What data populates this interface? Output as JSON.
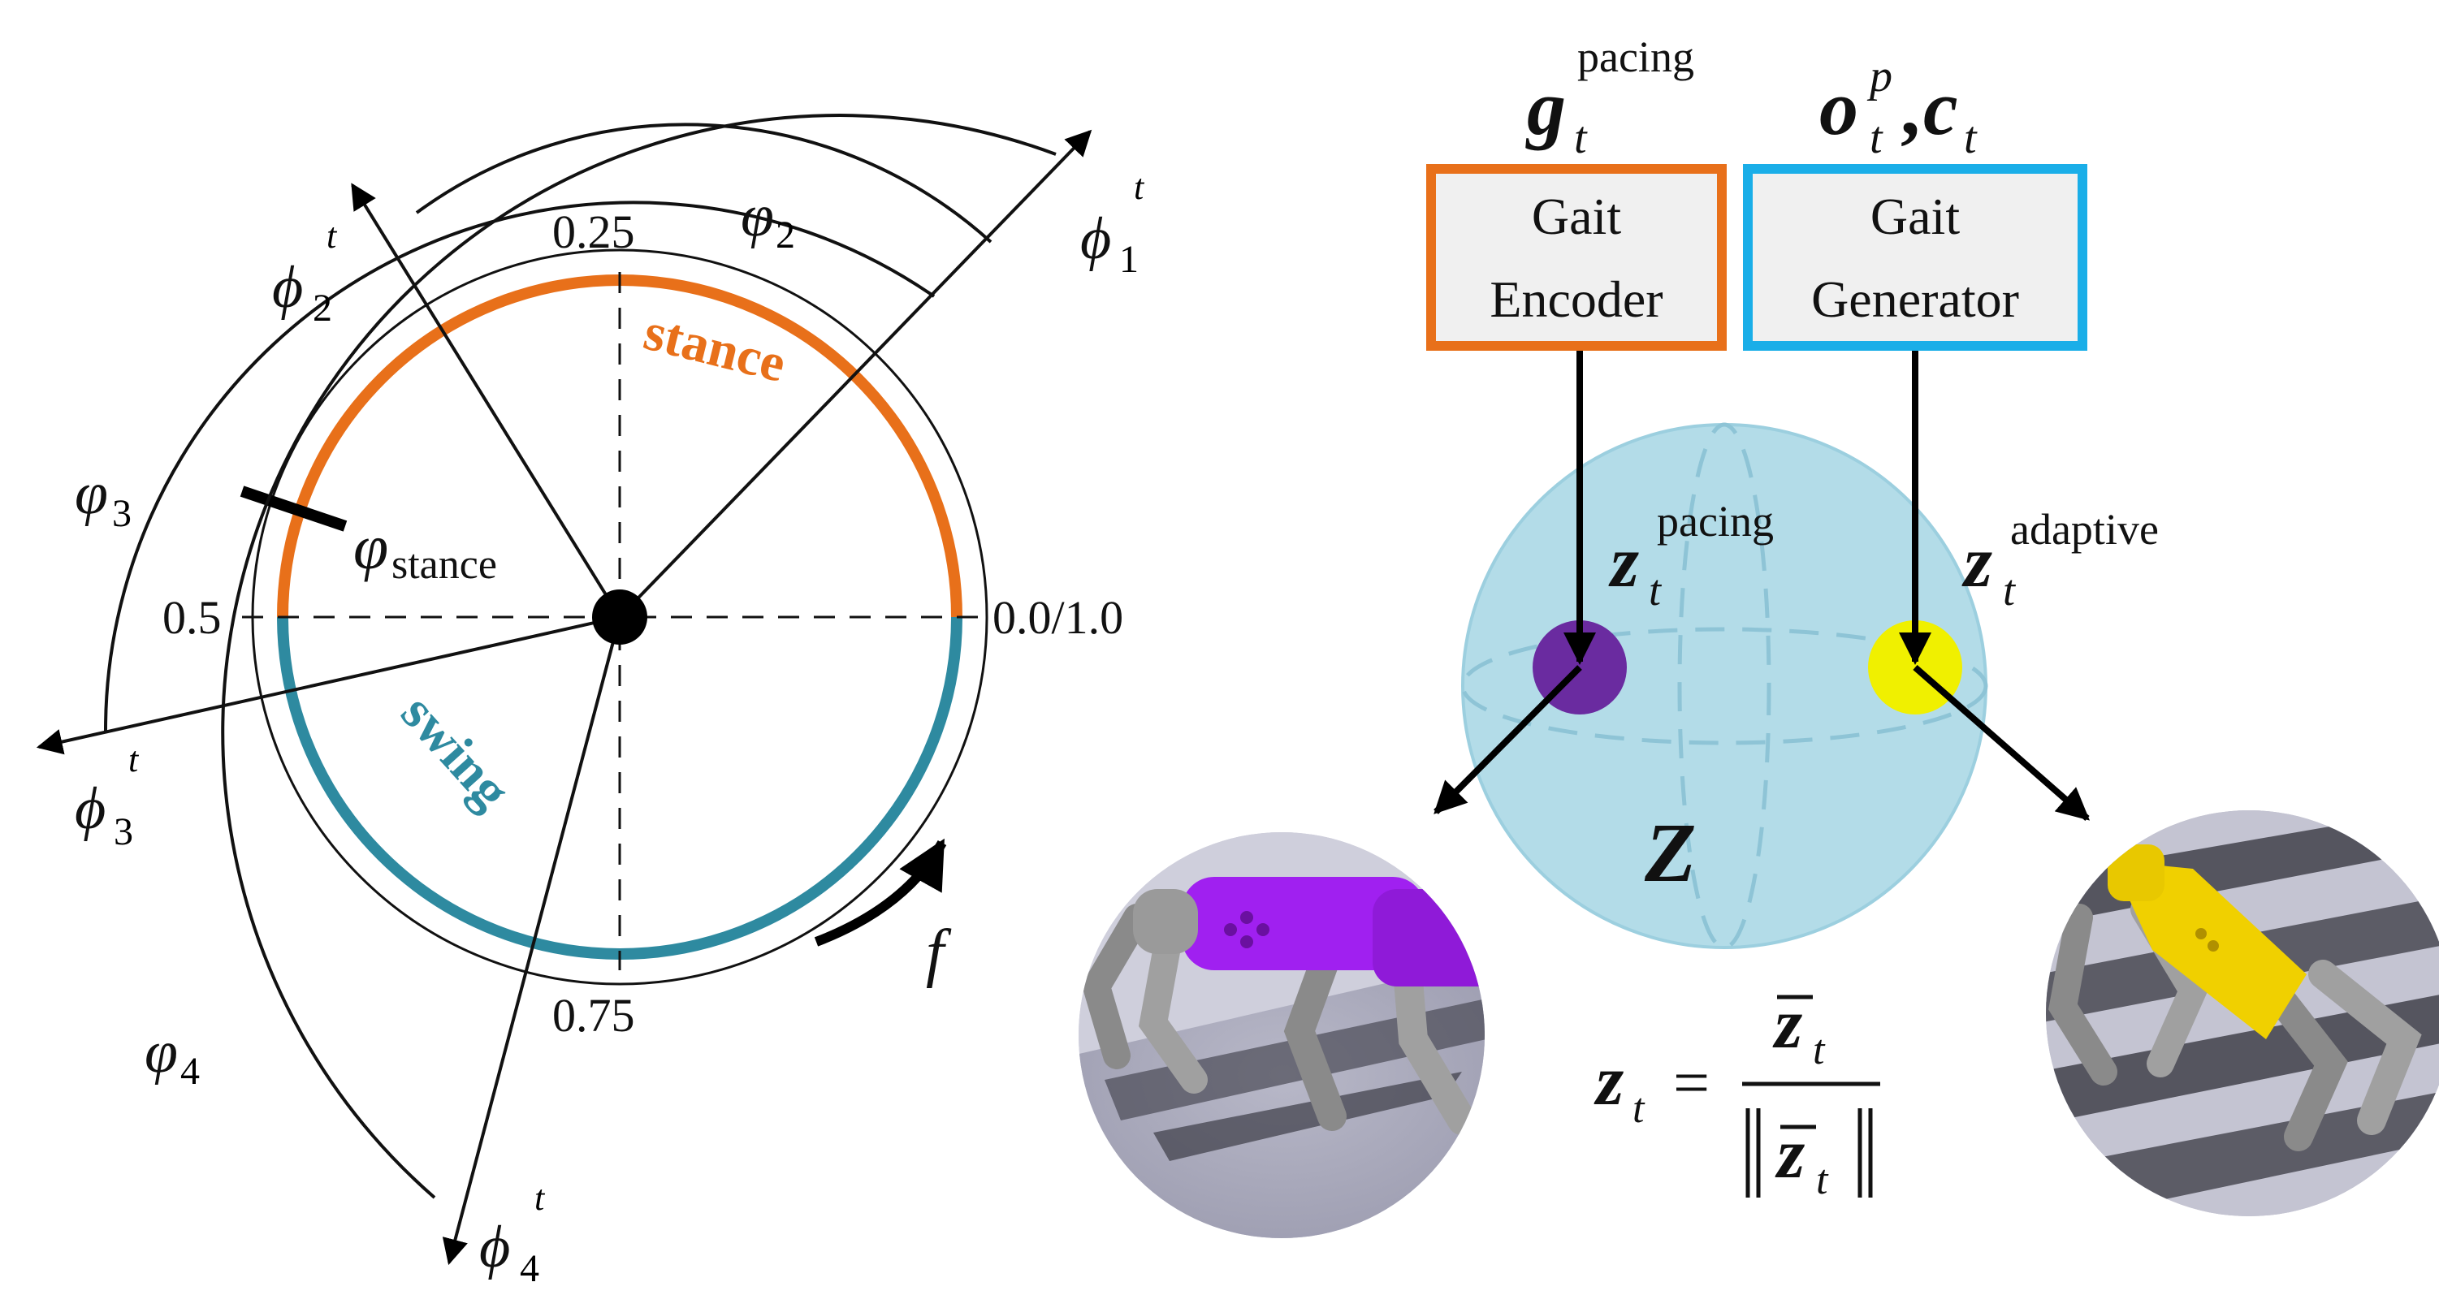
{
  "phase_diagram": {
    "tick_top": "0.25",
    "tick_left": "0.5",
    "tick_right": "0.0/1.0",
    "tick_bottom": "0.75",
    "stance_label": "stance",
    "swing_label": "swing",
    "phi_stance_symbol": "φ",
    "phi_stance_sub": "stance",
    "frequency_label": "f",
    "phi_symbol": "ϕ",
    "phi_sup": "t",
    "leg_index": [
      "1",
      "2",
      "3",
      "4"
    ],
    "offset_symbol": "φ",
    "offset_index": [
      "2",
      "3",
      "4"
    ],
    "colors": {
      "stance": "#e8701a",
      "swing": "#2e8aa0"
    }
  },
  "gait_encoder": {
    "input_symbol": "g",
    "input_sub": "t",
    "input_sup": "pacing",
    "label_line1": "Gait",
    "label_line2": "Encoder",
    "border_color": "#e8701a"
  },
  "gait_generator": {
    "input_symbol_o": "o",
    "input_sup_o": "p",
    "input_sub": "t",
    "separator": ",",
    "input_symbol_c": "c",
    "label_line1": "Gait",
    "label_line2": "Generator",
    "border_color": "#1aaee8"
  },
  "latent_space": {
    "label": "Z",
    "z_symbol": "z",
    "z_sub": "t",
    "pacing_sup": "pacing",
    "adaptive_sup": "adaptive",
    "colors": {
      "sphere": "#b3dce8",
      "pacing_point": "#6a2ba0",
      "adaptive_point": "#f0f000"
    }
  },
  "normalization": {
    "lhs": "z",
    "lhs_sub": "t",
    "equals": "=",
    "num": "z",
    "num_sub": "t",
    "den": "z",
    "den_sub": "t"
  },
  "robots": {
    "pacing_color": "#a020f0",
    "adaptive_color": "#f0d000"
  }
}
